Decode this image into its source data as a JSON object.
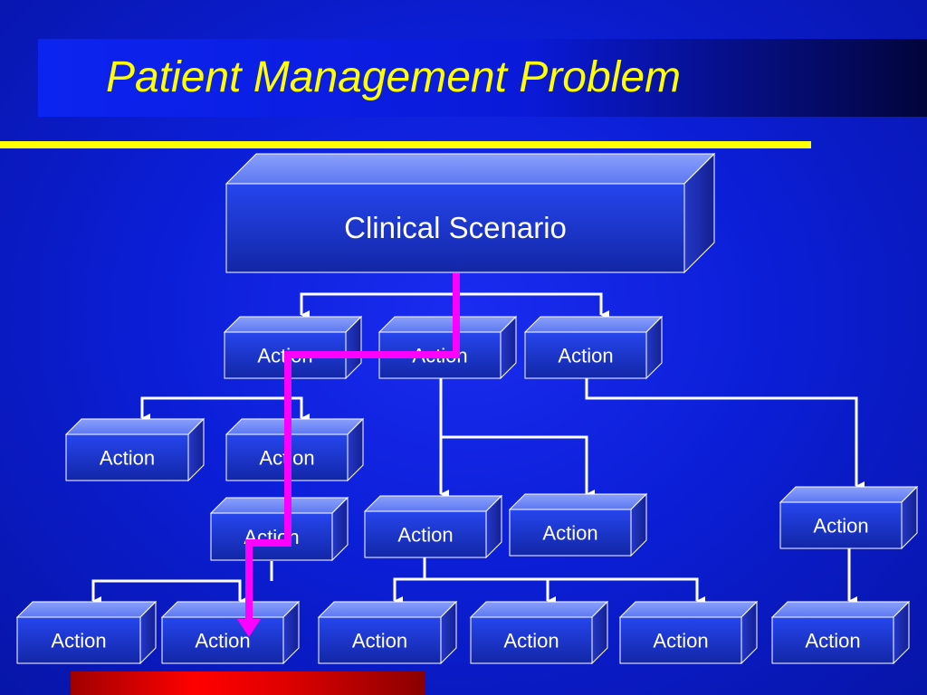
{
  "slide": {
    "title": "Patient Management Problem"
  },
  "diagram": {
    "root": "Clinical Scenario",
    "nodes": [
      {
        "id": "a1",
        "label": "Action"
      },
      {
        "id": "a2",
        "label": "Action"
      },
      {
        "id": "a3",
        "label": "Action"
      },
      {
        "id": "b1",
        "label": "Action"
      },
      {
        "id": "b2",
        "label": "Action"
      },
      {
        "id": "b3",
        "label": "Action"
      },
      {
        "id": "c1",
        "label": "Action"
      },
      {
        "id": "c2",
        "label": "Action"
      },
      {
        "id": "c3",
        "label": "Action"
      },
      {
        "id": "d1",
        "label": "Action"
      },
      {
        "id": "d2",
        "label": "Action"
      },
      {
        "id": "d3",
        "label": "Action"
      },
      {
        "id": "d4",
        "label": "Action"
      },
      {
        "id": "d5",
        "label": "Action"
      },
      {
        "id": "d6",
        "label": "Action"
      }
    ],
    "edges": [
      [
        "root",
        "a1"
      ],
      [
        "root",
        "a3"
      ],
      [
        "a1",
        "b1"
      ],
      [
        "a1",
        "b2"
      ],
      [
        "b2",
        "b3"
      ],
      [
        "a2",
        "c1"
      ],
      [
        "a2",
        "c2"
      ],
      [
        "a3",
        "c3"
      ],
      [
        "b3",
        "d1"
      ],
      [
        "b3",
        "d2"
      ],
      [
        "c1",
        "d3"
      ],
      [
        "c1",
        "d4"
      ],
      [
        "c1",
        "d5"
      ],
      [
        "c3",
        "d6"
      ]
    ],
    "highlight_path": [
      "root",
      "a2",
      "a1",
      "b2",
      "b3",
      "d2"
    ],
    "colors": {
      "box_front_top": "#2340e8",
      "box_front_bottom": "#1326a8",
      "box_top": "#6f89f7",
      "box_side": "#1a2a9a",
      "connector": "#ffffff",
      "highlight": "#ff00ff"
    }
  }
}
